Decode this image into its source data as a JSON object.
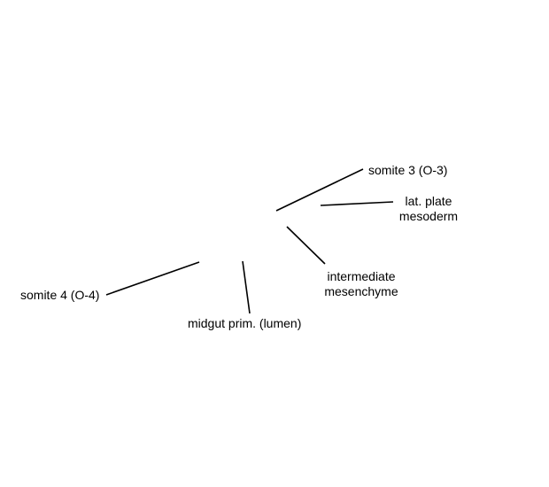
{
  "labels": {
    "somite3": "somite 3 (O-3)",
    "lat_plate_line1": "lat. plate",
    "lat_plate_line2": "mesoderm",
    "intermediate_line1": "intermediate",
    "intermediate_line2": "mesenchyme",
    "somite4": "somite 4 (O-4)",
    "midgut": "midgut prim. (lumen)"
  },
  "colors": {
    "line": "#000000",
    "text": "#000000",
    "background": "#ffffff"
  }
}
